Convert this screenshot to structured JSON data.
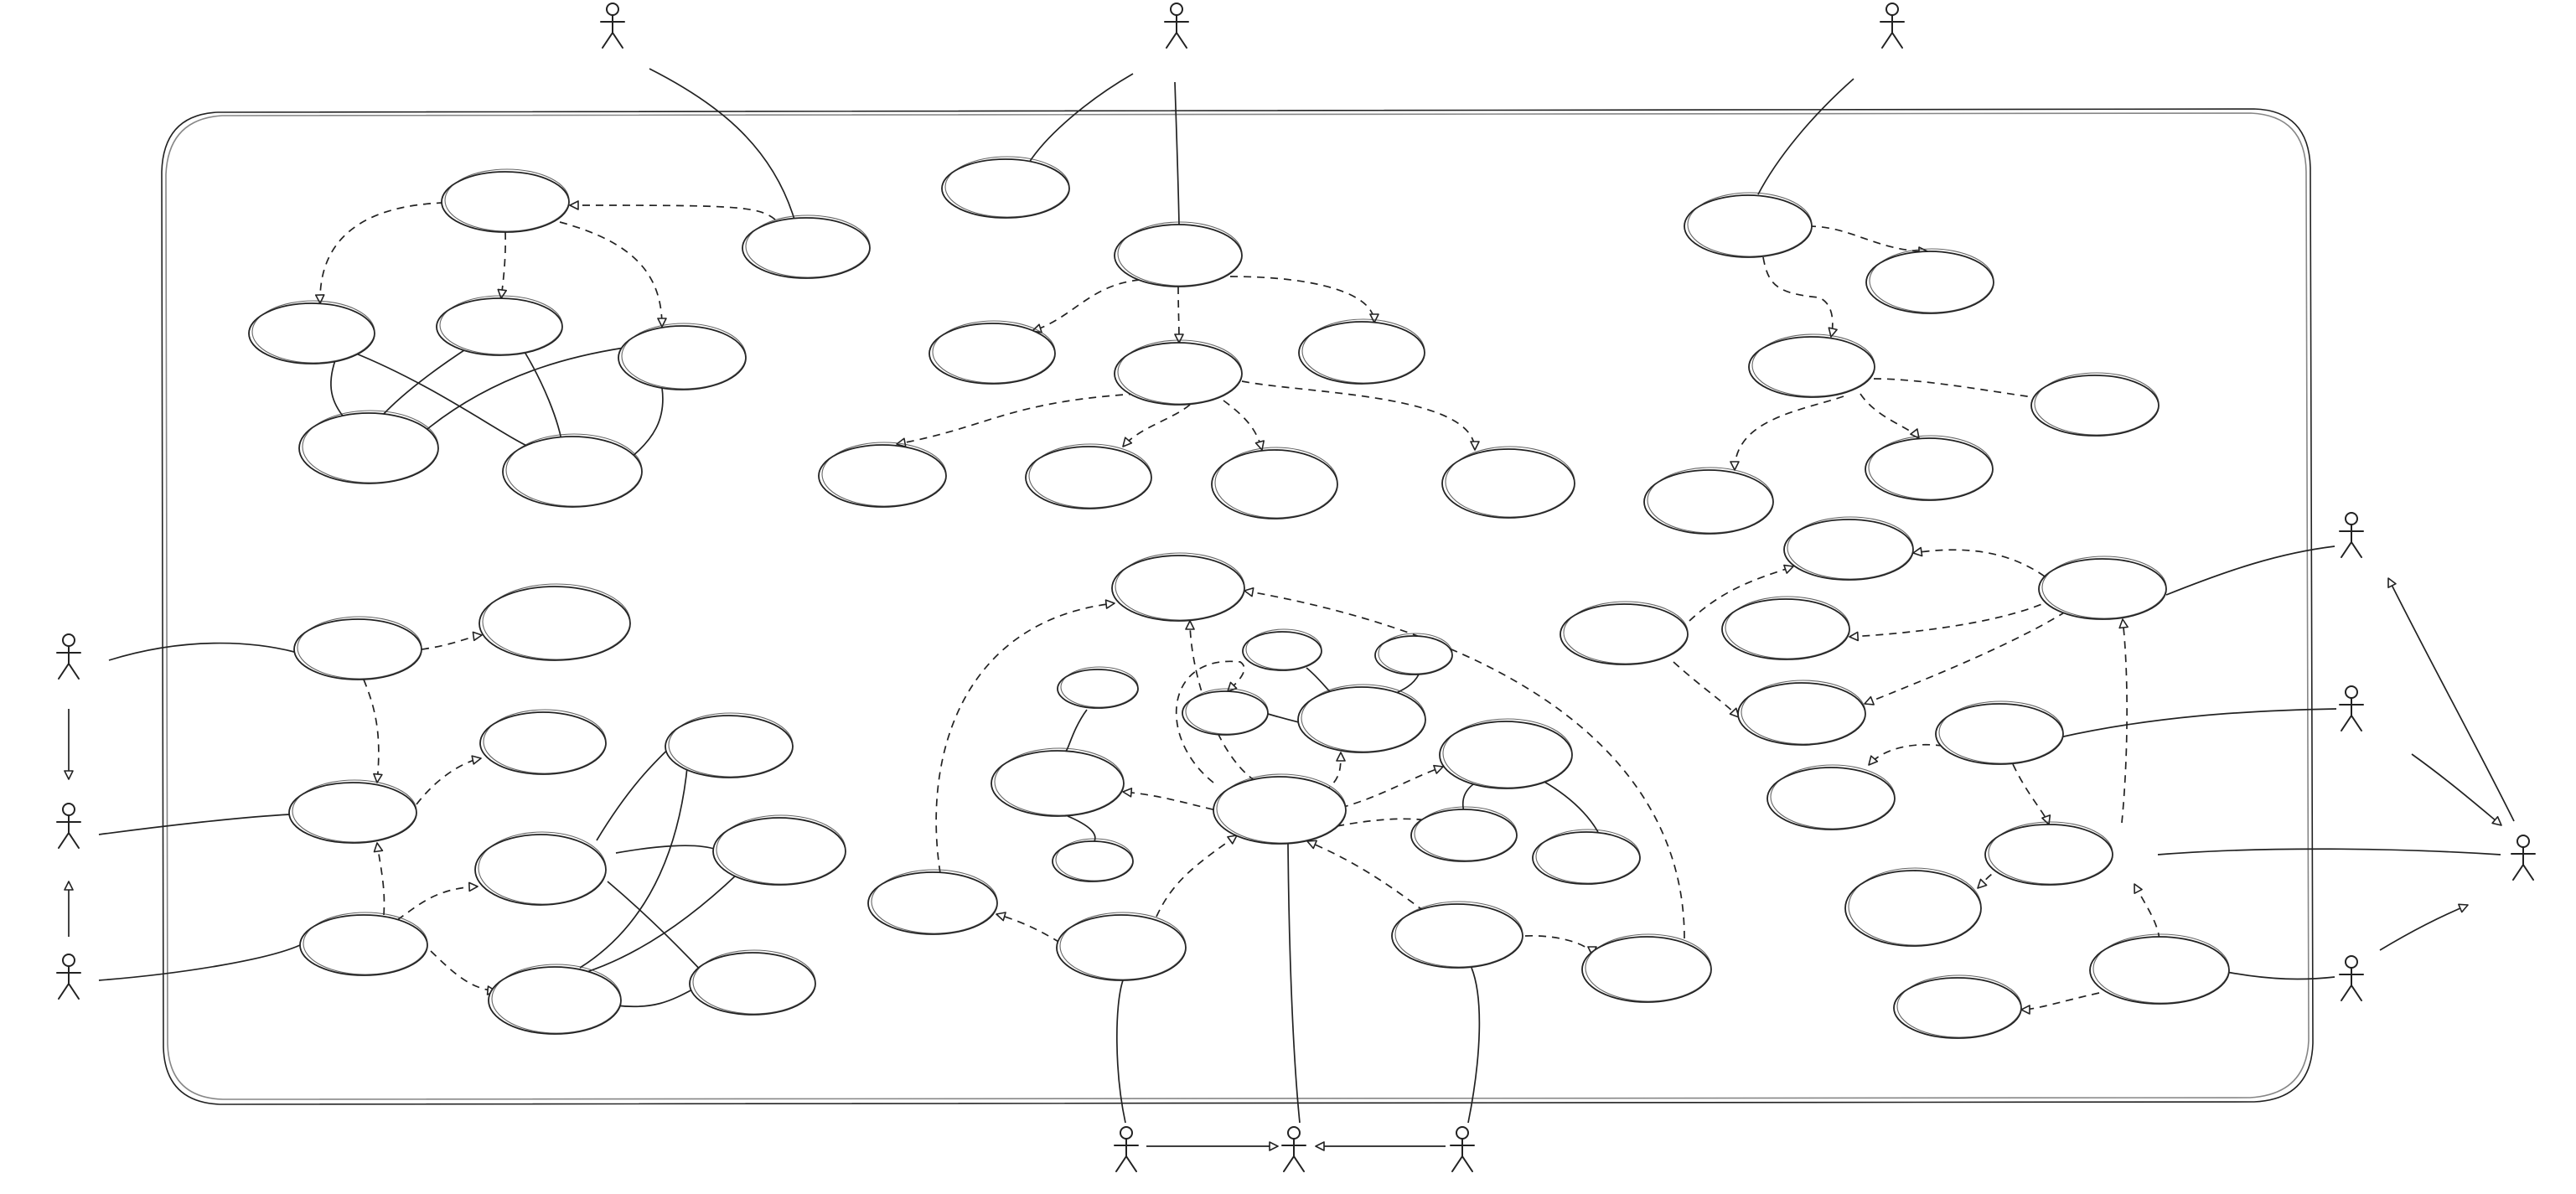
{
  "diagram": {
    "type": "use-case",
    "boundary_label": "",
    "actors": [
      {
        "id": "a-top-left",
        "label": ""
      },
      {
        "id": "a-top-mid",
        "label": ""
      },
      {
        "id": "a-top-right",
        "label": ""
      },
      {
        "id": "a-left-1",
        "label": ""
      },
      {
        "id": "a-left-2",
        "label": ""
      },
      {
        "id": "a-left-3",
        "label": ""
      },
      {
        "id": "a-bot-1",
        "label": ""
      },
      {
        "id": "a-bot-2",
        "label": ""
      },
      {
        "id": "a-bot-3",
        "label": ""
      },
      {
        "id": "a-right-1",
        "label": ""
      },
      {
        "id": "a-right-2",
        "label": ""
      },
      {
        "id": "a-right-3",
        "label": ""
      },
      {
        "id": "a-right-4",
        "label": ""
      }
    ],
    "use_cases": [
      {
        "id": "tl-top",
        "label": ""
      },
      {
        "id": "tl-side",
        "label": ""
      },
      {
        "id": "tl-l",
        "label": ""
      },
      {
        "id": "tl-m",
        "label": ""
      },
      {
        "id": "tl-r",
        "label": ""
      },
      {
        "id": "tl-bl",
        "label": ""
      },
      {
        "id": "tl-br",
        "label": ""
      },
      {
        "id": "tc-small",
        "label": ""
      },
      {
        "id": "tc-root",
        "label": ""
      },
      {
        "id": "tc-l",
        "label": ""
      },
      {
        "id": "tc-mid",
        "label": ""
      },
      {
        "id": "tc-r",
        "label": ""
      },
      {
        "id": "tc-b1",
        "label": ""
      },
      {
        "id": "tc-b2",
        "label": ""
      },
      {
        "id": "tc-b3",
        "label": ""
      },
      {
        "id": "tc-b4",
        "label": ""
      },
      {
        "id": "tr-root",
        "label": ""
      },
      {
        "id": "tr-r",
        "label": ""
      },
      {
        "id": "tr-mid",
        "label": ""
      },
      {
        "id": "tr-r2",
        "label": ""
      },
      {
        "id": "tr-bl",
        "label": ""
      },
      {
        "id": "tr-br",
        "label": ""
      },
      {
        "id": "ml-1",
        "label": ""
      },
      {
        "id": "ml-1r",
        "label": ""
      },
      {
        "id": "ml-2",
        "label": ""
      },
      {
        "id": "ml-2r",
        "label": ""
      },
      {
        "id": "ml-3",
        "label": ""
      },
      {
        "id": "ml-c1",
        "label": ""
      },
      {
        "id": "ml-c2",
        "label": ""
      },
      {
        "id": "ml-c3",
        "label": ""
      },
      {
        "id": "ml-c4",
        "label": ""
      },
      {
        "id": "ml-c5",
        "label": ""
      },
      {
        "id": "mc-top",
        "label": ""
      },
      {
        "id": "mc-s1",
        "label": ""
      },
      {
        "id": "mc-s2",
        "label": ""
      },
      {
        "id": "mc-a",
        "label": ""
      },
      {
        "id": "mc-b",
        "label": ""
      },
      {
        "id": "mc-c",
        "label": ""
      },
      {
        "id": "mc-d",
        "label": ""
      },
      {
        "id": "mc-e",
        "label": ""
      },
      {
        "id": "mc-center",
        "label": ""
      },
      {
        "id": "mc-r",
        "label": ""
      },
      {
        "id": "mc-r1",
        "label": ""
      },
      {
        "id": "mc-r2",
        "label": ""
      },
      {
        "id": "mc-bl",
        "label": ""
      },
      {
        "id": "mc-far",
        "label": ""
      },
      {
        "id": "mc-b1",
        "label": ""
      },
      {
        "id": "mc-b2",
        "label": ""
      },
      {
        "id": "mc-b3",
        "label": ""
      },
      {
        "id": "mr-1",
        "label": ""
      },
      {
        "id": "mr-hub",
        "label": ""
      },
      {
        "id": "mr-2",
        "label": ""
      },
      {
        "id": "mr-3",
        "label": ""
      },
      {
        "id": "mr-4",
        "label": ""
      },
      {
        "id": "mr-5",
        "label": ""
      },
      {
        "id": "mr-6",
        "label": ""
      },
      {
        "id": "mr-7",
        "label": ""
      },
      {
        "id": "mr-8",
        "label": ""
      },
      {
        "id": "mr-9",
        "label": ""
      },
      {
        "id": "mr-10",
        "label": ""
      }
    ]
  }
}
